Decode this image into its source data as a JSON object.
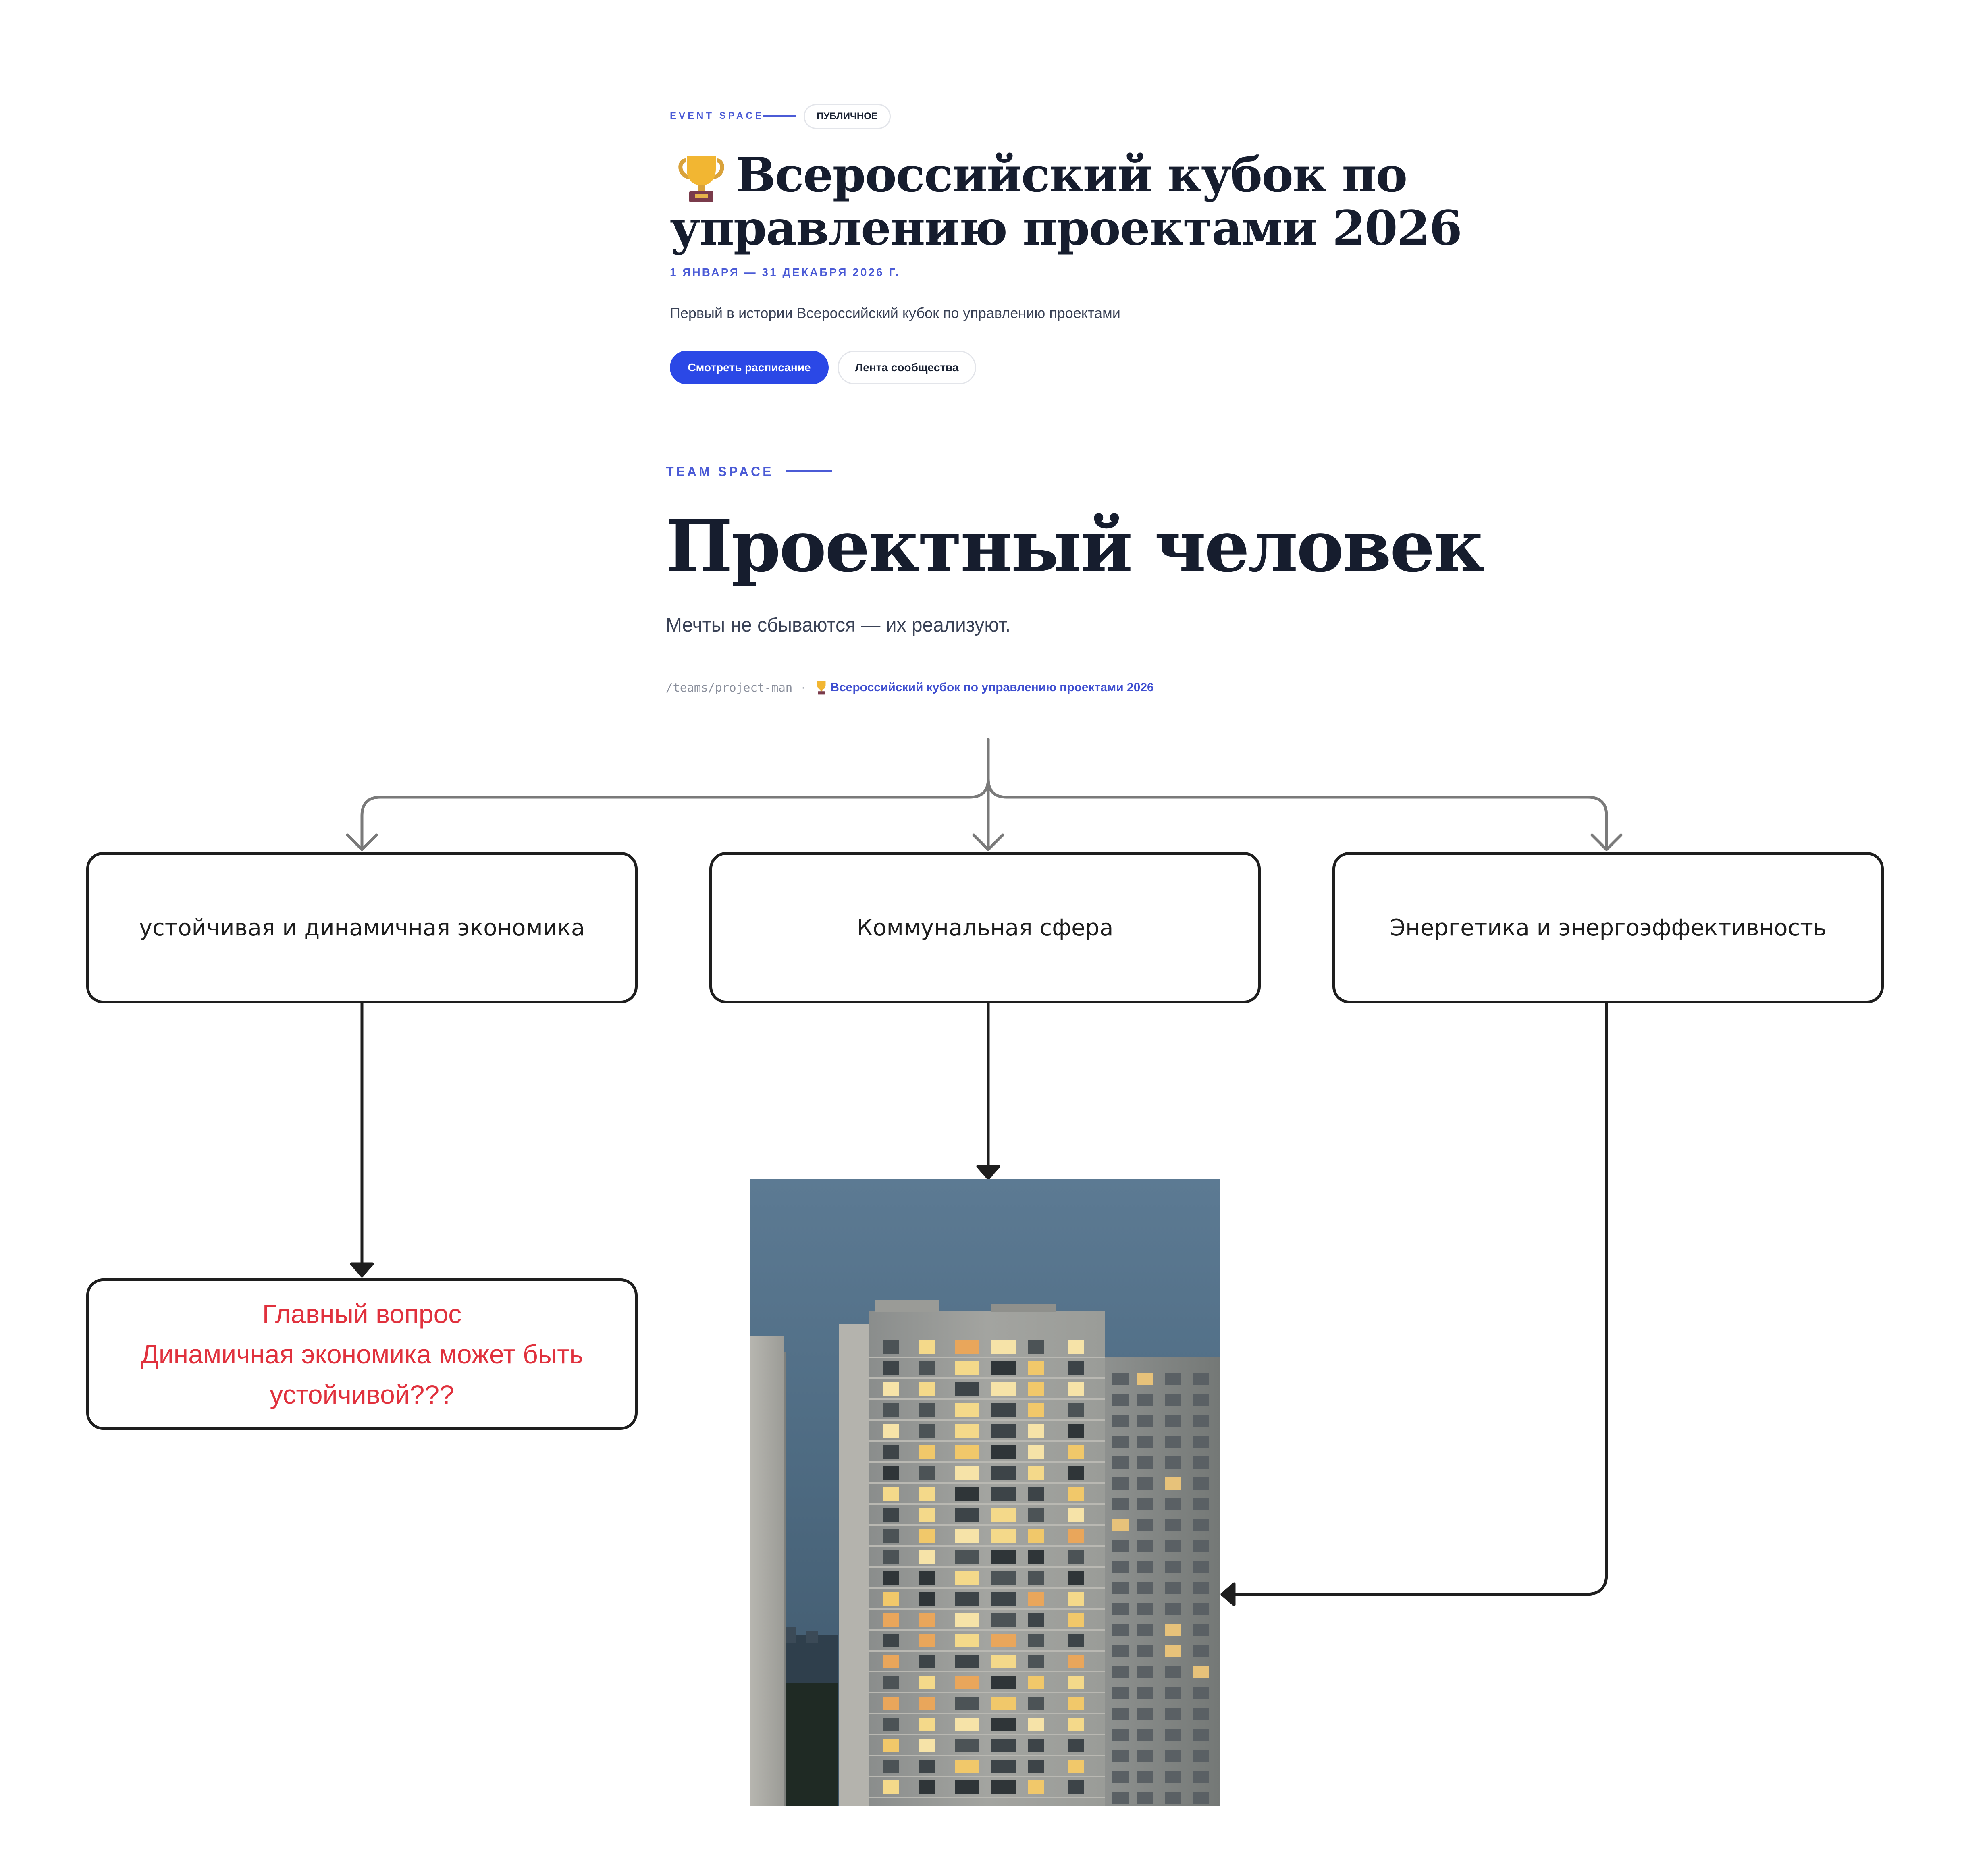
{
  "event": {
    "kicker": "EVENT SPACE",
    "badge": "ПУБЛИЧНОЕ",
    "trophy_icon": "trophy-icon",
    "title_line1": "Всероссийский кубок по",
    "title_line2": "управлению проектами 2026",
    "dates": "1 ЯНВАРЯ — 31 ДЕКАБРЯ 2026 Г.",
    "description": "Первый в истории Всероссийский кубок по управлению проектами",
    "primary_button": "Смотреть расписание",
    "secondary_button": "Лента сообщества"
  },
  "team": {
    "kicker": "TEAM SPACE",
    "title": "Проектный человек",
    "subtitle": "Мечты не сбываются — их реализуют.",
    "path": "/teams/project-man",
    "separator": "·",
    "event_link": "Всероссийский кубок по управлению проектами 2026"
  },
  "diagram": {
    "box_left": "устойчивая и динамичная экономика",
    "box_middle": "Коммунальная сфера",
    "box_right": "Энергетика и энергоэффективность",
    "question_line1": "Главный вопрос",
    "question_line2": "Динамичная экономика может быть",
    "question_line3": "устойчивой???"
  },
  "colors": {
    "accent": "#2b48e6",
    "kicker": "#4b5bd6",
    "question_text": "#e0313d",
    "connector_gray": "#7a7a7a",
    "connector_dark": "#1e1e1e"
  }
}
